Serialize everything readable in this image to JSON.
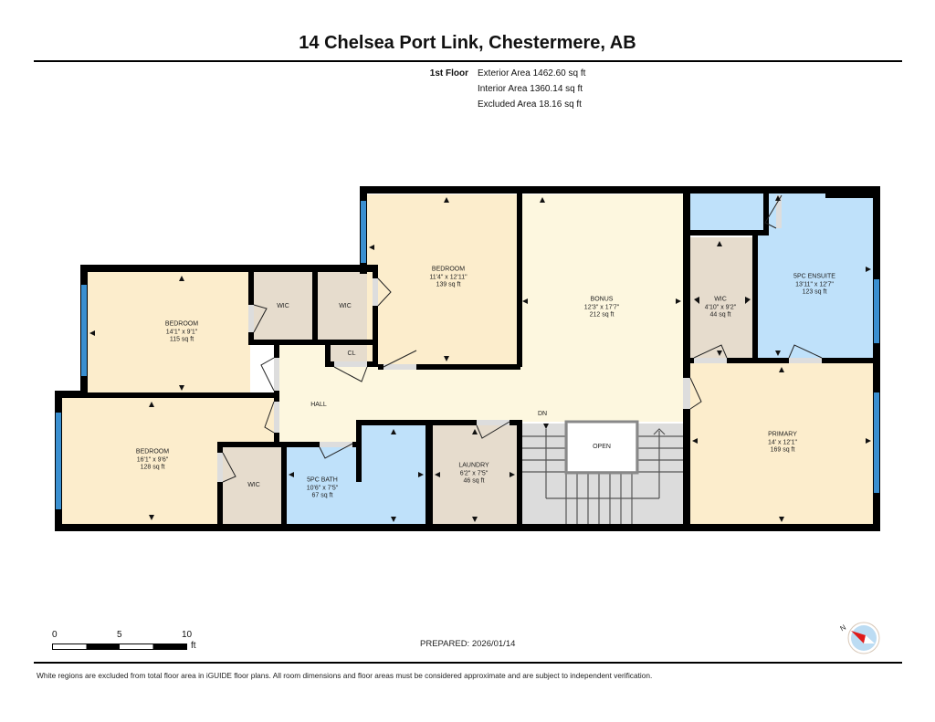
{
  "header": {
    "title": "14 Chelsea Port Link, Chestermere, AB",
    "floor_label": "1st Floor",
    "exterior_area": "Exterior Area 1462.60 sq ft",
    "interior_area": "Interior Area 1360.14 sq ft",
    "excluded_area": "Excluded Area 18.16 sq ft"
  },
  "colors": {
    "bedroom": "#fcedcc",
    "hall": "#fdf7df",
    "closet": "#e6dccd",
    "bath": "#bfe1fa",
    "stair": "#dcdcdc",
    "wall": "#000000",
    "window": "#3a8fd0"
  },
  "rooms": [
    {
      "name": "BEDROOM",
      "dims": "14'1\" x 9'1\"",
      "area": "115 sq ft"
    },
    {
      "name": "BEDROOM",
      "dims": "16'1\" x 9'6\"",
      "area": "128 sq ft"
    },
    {
      "name": "BEDROOM",
      "dims": "11'4\" x 12'11\"",
      "area": "139 sq ft"
    },
    {
      "name": "BONUS",
      "dims": "12'3\" x 17'7\"",
      "area": "212 sq ft"
    },
    {
      "name": "WIC",
      "dims": "4'10\" x 9'2\"",
      "area": "44 sq ft"
    },
    {
      "name": "5PC ENSUITE",
      "dims": "13'11\" x 12'7\"",
      "area": "123 sq ft"
    },
    {
      "name": "PRIMARY",
      "dims": "14' x 12'1\"",
      "area": "169 sq ft"
    },
    {
      "name": "5PC BATH",
      "dims": "10'6\" x 7'5\"",
      "area": "67 sq ft"
    },
    {
      "name": "LAUNDRY",
      "dims": "6'2\" x 7'5\"",
      "area": "46 sq ft"
    }
  ],
  "small_labels": {
    "wic_1": "WIC",
    "wic_2": "WIC",
    "wic_3": "WIC",
    "closet": "CL",
    "hall": "HALL",
    "open": "OPEN",
    "down": "DN"
  },
  "scale_bar": {
    "ticks": [
      "0",
      "5",
      "10"
    ],
    "unit": "ft"
  },
  "footer": {
    "prepared": "PREPARED: 2026/01/14",
    "disclaimer": "White regions are excluded from total floor area in iGUIDE floor plans. All room dimensions and floor areas must be considered approximate and are subject to independent verification.",
    "compass_label": "N"
  }
}
